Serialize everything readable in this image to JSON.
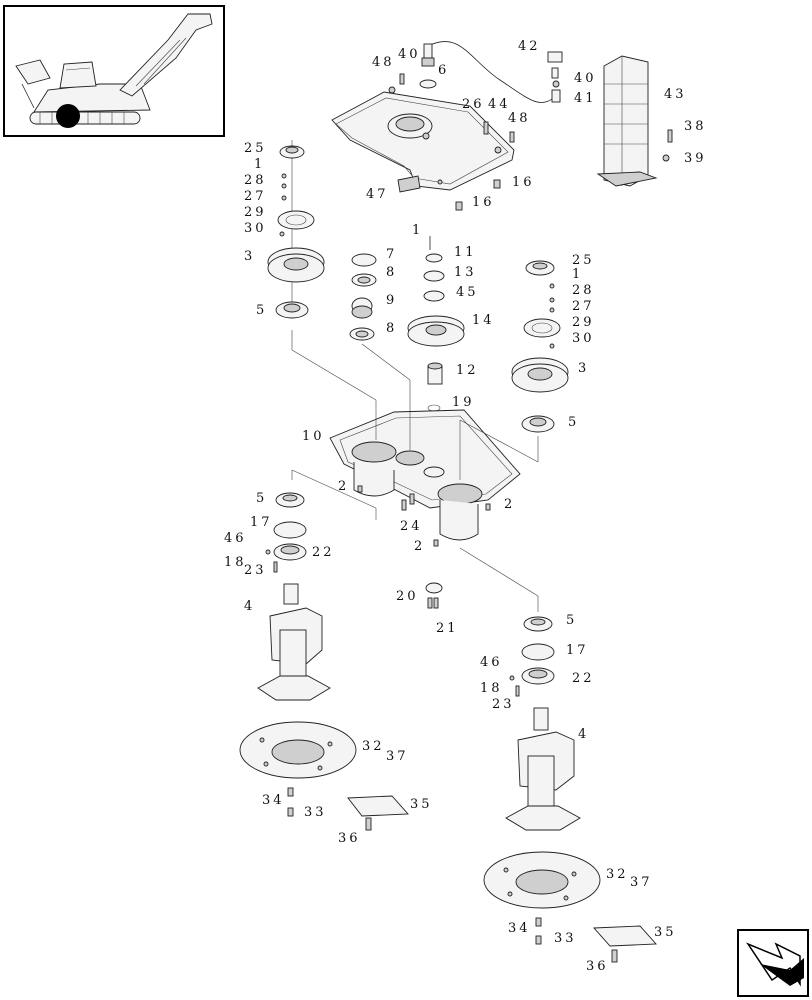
{
  "diagram": {
    "callouts": [
      {
        "id": "c-48a",
        "text": "48"
      },
      {
        "id": "c-40a",
        "text": "40"
      },
      {
        "id": "c-6",
        "text": "6"
      },
      {
        "id": "c-42",
        "text": "42"
      },
      {
        "id": "c-40b",
        "text": "40"
      },
      {
        "id": "c-41",
        "text": "41"
      },
      {
        "id": "c-43",
        "text": "43"
      },
      {
        "id": "c-26",
        "text": "26"
      },
      {
        "id": "c-44",
        "text": "44"
      },
      {
        "id": "c-48b",
        "text": "48"
      },
      {
        "id": "c-38",
        "text": "38"
      },
      {
        "id": "c-39",
        "text": "39"
      },
      {
        "id": "c-16a",
        "text": "16"
      },
      {
        "id": "c-16b",
        "text": "16"
      },
      {
        "id": "c-47",
        "text": "47"
      },
      {
        "id": "c-25a",
        "text": "25"
      },
      {
        "id": "c-1a",
        "text": "1"
      },
      {
        "id": "c-28a",
        "text": "28"
      },
      {
        "id": "c-27a",
        "text": "27"
      },
      {
        "id": "c-29a",
        "text": "29"
      },
      {
        "id": "c-30a",
        "text": "30"
      },
      {
        "id": "c-3a",
        "text": "3"
      },
      {
        "id": "c-5a",
        "text": "5"
      },
      {
        "id": "c-1b",
        "text": "1"
      },
      {
        "id": "c-11",
        "text": "11"
      },
      {
        "id": "c-7",
        "text": "7"
      },
      {
        "id": "c-13",
        "text": "13"
      },
      {
        "id": "c-8a",
        "text": "8"
      },
      {
        "id": "c-45",
        "text": "45"
      },
      {
        "id": "c-9",
        "text": "9"
      },
      {
        "id": "c-14",
        "text": "14"
      },
      {
        "id": "c-8b",
        "text": "8"
      },
      {
        "id": "c-12",
        "text": "12"
      },
      {
        "id": "c-19",
        "text": "19"
      },
      {
        "id": "c-25b",
        "text": "25"
      },
      {
        "id": "c-1c",
        "text": "1"
      },
      {
        "id": "c-28b",
        "text": "28"
      },
      {
        "id": "c-27b",
        "text": "27"
      },
      {
        "id": "c-29b",
        "text": "29"
      },
      {
        "id": "c-30b",
        "text": "30"
      },
      {
        "id": "c-3b",
        "text": "3"
      },
      {
        "id": "c-5b",
        "text": "5"
      },
      {
        "id": "c-10",
        "text": "10"
      },
      {
        "id": "c-2a",
        "text": "2"
      },
      {
        "id": "c-2b",
        "text": "2"
      },
      {
        "id": "c-24",
        "text": "24"
      },
      {
        "id": "c-2c",
        "text": "2"
      },
      {
        "id": "c-5c",
        "text": "5"
      },
      {
        "id": "c-17a",
        "text": "17"
      },
      {
        "id": "c-46a",
        "text": "46"
      },
      {
        "id": "c-22a",
        "text": "22"
      },
      {
        "id": "c-18a",
        "text": "18"
      },
      {
        "id": "c-23a",
        "text": "23"
      },
      {
        "id": "c-4a",
        "text": "4"
      },
      {
        "id": "c-20",
        "text": "20"
      },
      {
        "id": "c-21",
        "text": "21"
      },
      {
        "id": "c-5d",
        "text": "5"
      },
      {
        "id": "c-17b",
        "text": "17"
      },
      {
        "id": "c-46b",
        "text": "46"
      },
      {
        "id": "c-22b",
        "text": "22"
      },
      {
        "id": "c-18b",
        "text": "18"
      },
      {
        "id": "c-23b",
        "text": "23"
      },
      {
        "id": "c-4b",
        "text": "4"
      },
      {
        "id": "c-32a",
        "text": "32"
      },
      {
        "id": "c-37a",
        "text": "37"
      },
      {
        "id": "c-34a",
        "text": "34"
      },
      {
        "id": "c-33a",
        "text": "33"
      },
      {
        "id": "c-35a",
        "text": "35"
      },
      {
        "id": "c-36a",
        "text": "36"
      },
      {
        "id": "c-32b",
        "text": "32"
      },
      {
        "id": "c-37b",
        "text": "37"
      },
      {
        "id": "c-34b",
        "text": "34"
      },
      {
        "id": "c-33b",
        "text": "33"
      },
      {
        "id": "c-35b",
        "text": "35"
      },
      {
        "id": "c-36b",
        "text": "36"
      }
    ],
    "icons": {
      "machine_thumbnail": "harvester-locator-icon",
      "navigation": "next-page-arrow-icon"
    }
  }
}
